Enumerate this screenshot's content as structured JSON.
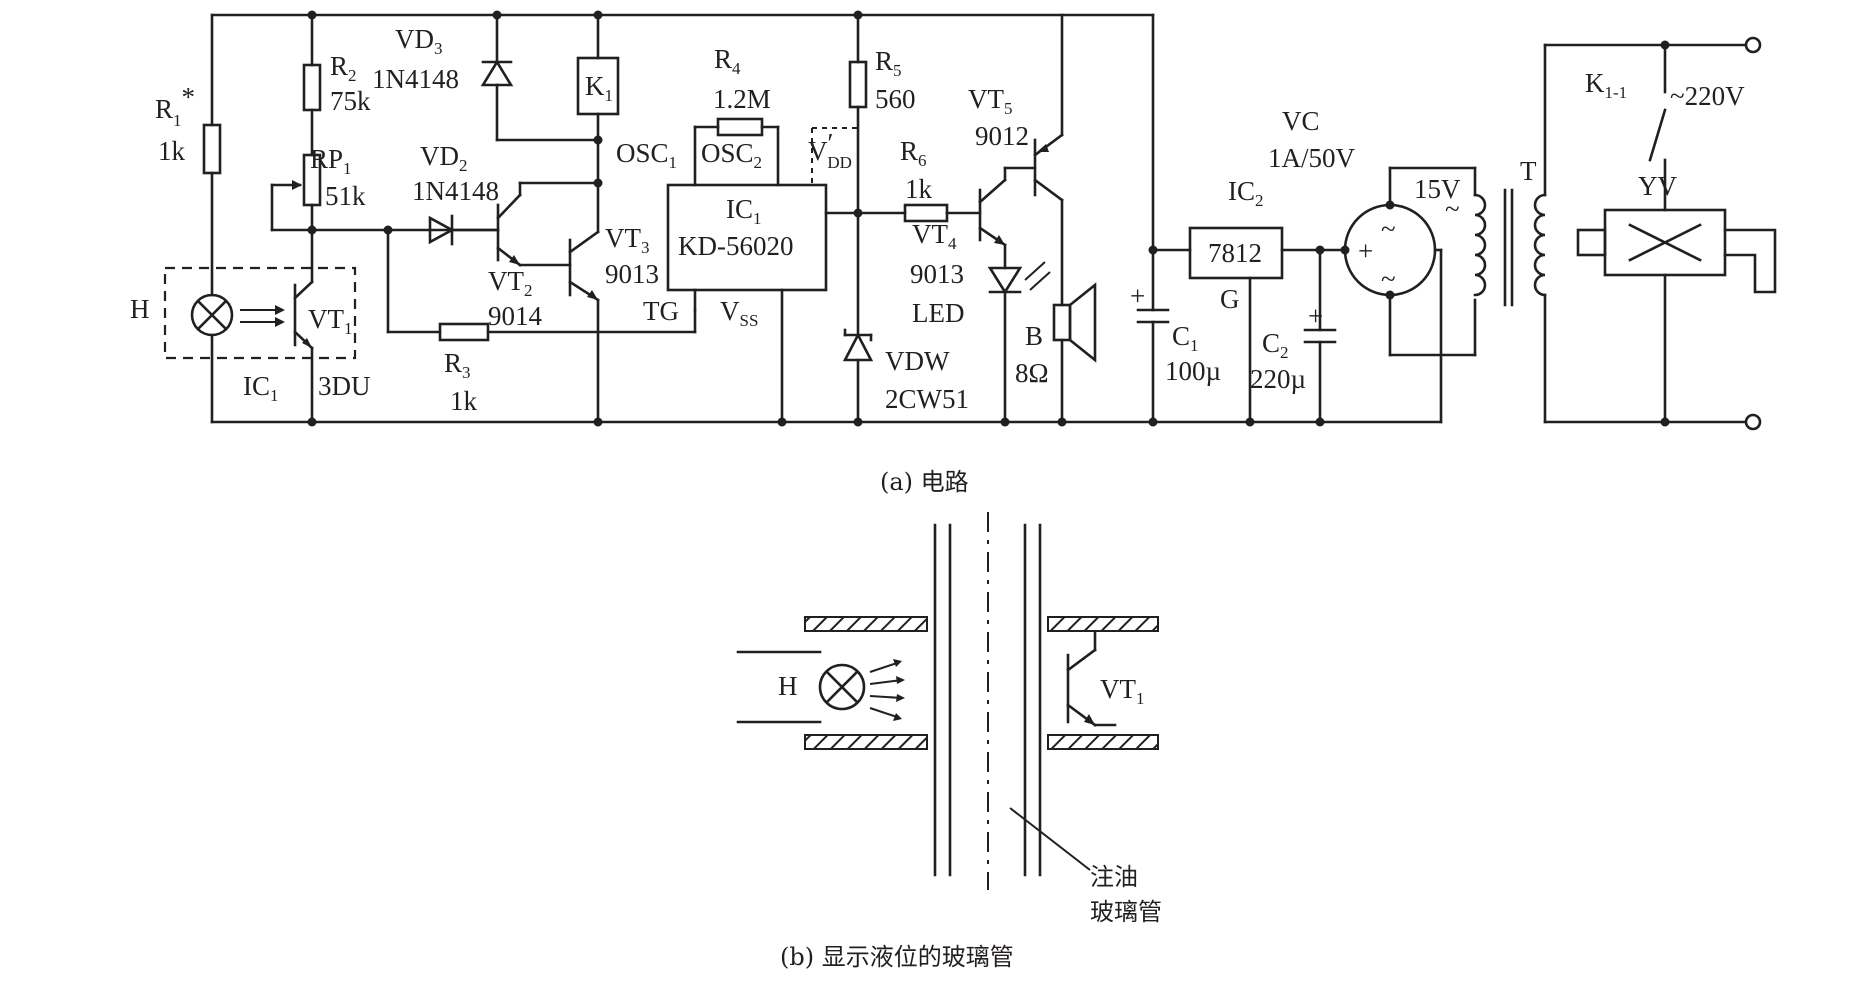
{
  "captions": {
    "a": "(a) 电路",
    "b": "(b) 显示液位的玻璃管"
  },
  "labels": {
    "r1": "R",
    "r1_sub": "1",
    "r1_sup": "*",
    "r1_val": "1k",
    "r2": "R",
    "r2_sub": "2",
    "r2_val": "75k",
    "rp1": "RP",
    "rp1_sub": "1",
    "rp1_val": "51k",
    "vd3": "VD",
    "vd3_sub": "3",
    "vd3_val": "1N4148",
    "vd2": "VD",
    "vd2_sub": "2",
    "vd2_val": "1N4148",
    "k1": "K",
    "k1_sub": "1",
    "vt2": "VT",
    "vt2_sub": "2",
    "vt2_val": "9014",
    "vt3": "VT",
    "vt3_sub": "3",
    "vt3_val": "9013",
    "r3": "R",
    "r3_sub": "3",
    "r3_val": "1k",
    "h": "H",
    "vt1": "VT",
    "vt1_sub": "1",
    "ic1_left": "IC",
    "ic1_left_sub": "1",
    "du": "3DU",
    "r4": "R",
    "r4_sub": "4",
    "r4_val": "1.2M",
    "osc1": "OSC",
    "osc1_sub": "1",
    "osc2": "OSC",
    "osc2_sub": "2",
    "vdd": "V",
    "vdd_prime": "′",
    "vdd_sub": "DD",
    "ic1": "IC",
    "ic1_sub": "1",
    "ic1_val": "KD-56020",
    "tg": "TG",
    "vss": "V",
    "vss_sub": "SS",
    "r5": "R",
    "r5_sub": "5",
    "r5_val": "560",
    "r6": "R",
    "r6_sub": "6",
    "r6_val": "1k",
    "vt5": "VT",
    "vt5_sub": "5",
    "vt5_val": "9012",
    "vt4": "VT",
    "vt4_sub": "4",
    "vt4_val": "9013",
    "led": "LED",
    "vdw": "VDW",
    "vdw_val": "2CW51",
    "b": "B",
    "b_val": "8Ω",
    "c1": "C",
    "c1_sub": "1",
    "c1_val": "100µ",
    "c2": "C",
    "c2_sub": "2",
    "c2_val": "220µ",
    "ic2": "IC",
    "ic2_sub": "2",
    "ic2_val": "7812",
    "g": "G",
    "vc": "VC",
    "vc_val": "1A/50V",
    "v15": "15V",
    "tilde": "~",
    "t": "T",
    "k11": "K",
    "k11_sub": "1-1",
    "v220": "~220V",
    "yv": "YV",
    "plus": "+",
    "fig_b_h": "H",
    "fig_b_vt": "VT",
    "fig_b_vt_sub": "1",
    "pipe_label_1": "注油",
    "pipe_label_2": "玻璃管"
  }
}
